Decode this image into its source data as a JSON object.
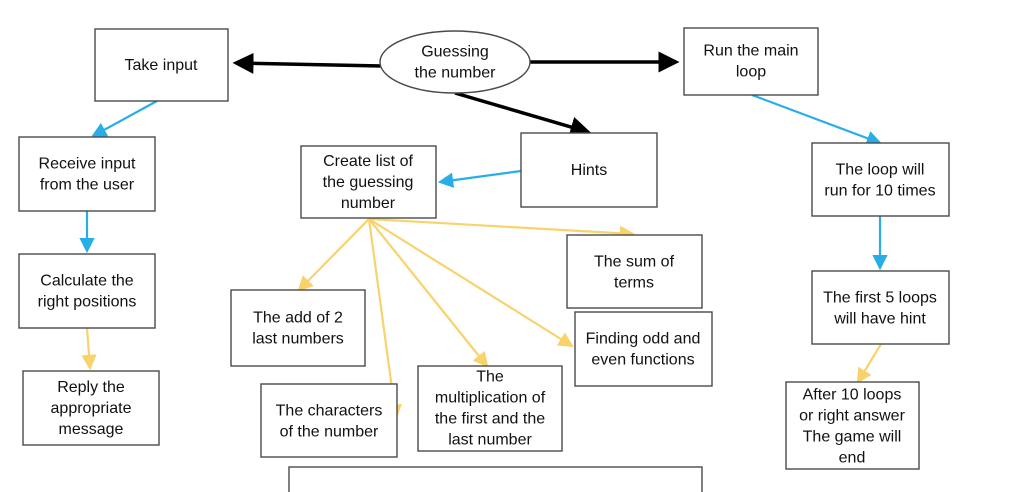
{
  "diagram": {
    "nodes": {
      "guessing_number": [
        "Guessing",
        "the number"
      ],
      "take_input": [
        "Take input"
      ],
      "run_main_loop": [
        "Run the main",
        "loop"
      ],
      "receive_input": [
        "Receive input",
        "from the user"
      ],
      "create_list": [
        "Create list of",
        "the guessing",
        "number"
      ],
      "hints": [
        "Hints"
      ],
      "loop_10_times": [
        "The loop will",
        "run for 10 times"
      ],
      "calculate_positions": [
        "Calculate the",
        "right positions"
      ],
      "sum_of_terms": [
        "The sum of",
        "terms"
      ],
      "first_5_loops": [
        "The first 5 loops",
        "will have hint"
      ],
      "add_2_last": [
        "The add of 2",
        "last numbers"
      ],
      "odd_even": [
        "Finding odd and",
        "even functions"
      ],
      "reply_message": [
        "Reply the",
        "appropriate",
        "message"
      ],
      "characters_number": [
        "The characters",
        "of the number"
      ],
      "multiplication": [
        "The",
        "multiplication of",
        "the first and the",
        "last number"
      ],
      "game_end": [
        "After 10 loops",
        "or right answer",
        "The game will",
        "end"
      ],
      "bottom_box": []
    },
    "colors": {
      "black_arrow": "#000000",
      "blue_arrow": "#27aee6",
      "yellow_arrow": "#f8d36b",
      "border": "#4a4a4a"
    }
  }
}
